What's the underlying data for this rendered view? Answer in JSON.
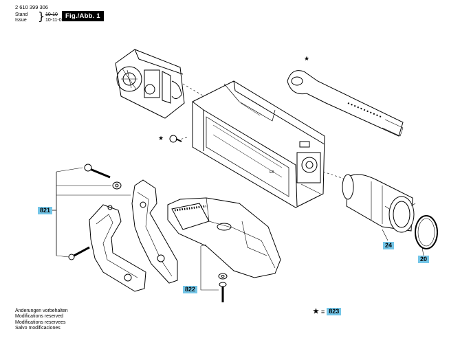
{
  "header": {
    "doc_number": "2 610 399 306",
    "stand_label": "Stand",
    "issue_label": "Issue",
    "stand_date": "10-10",
    "issue_date": "10-11-02",
    "figure_label": "Fig./Abb. 1"
  },
  "callouts": {
    "c821": "821",
    "c822": "822",
    "c24": "24",
    "c20": "20"
  },
  "legend": {
    "star": "★",
    "equals": "=",
    "ref": "823"
  },
  "footer": {
    "lines": [
      "Änderungen vorbehalten",
      "Modifications reserved",
      "Modifications reservees",
      "Salvo modificaciones"
    ]
  },
  "stars": {
    "s1": "★",
    "s2": "★"
  }
}
